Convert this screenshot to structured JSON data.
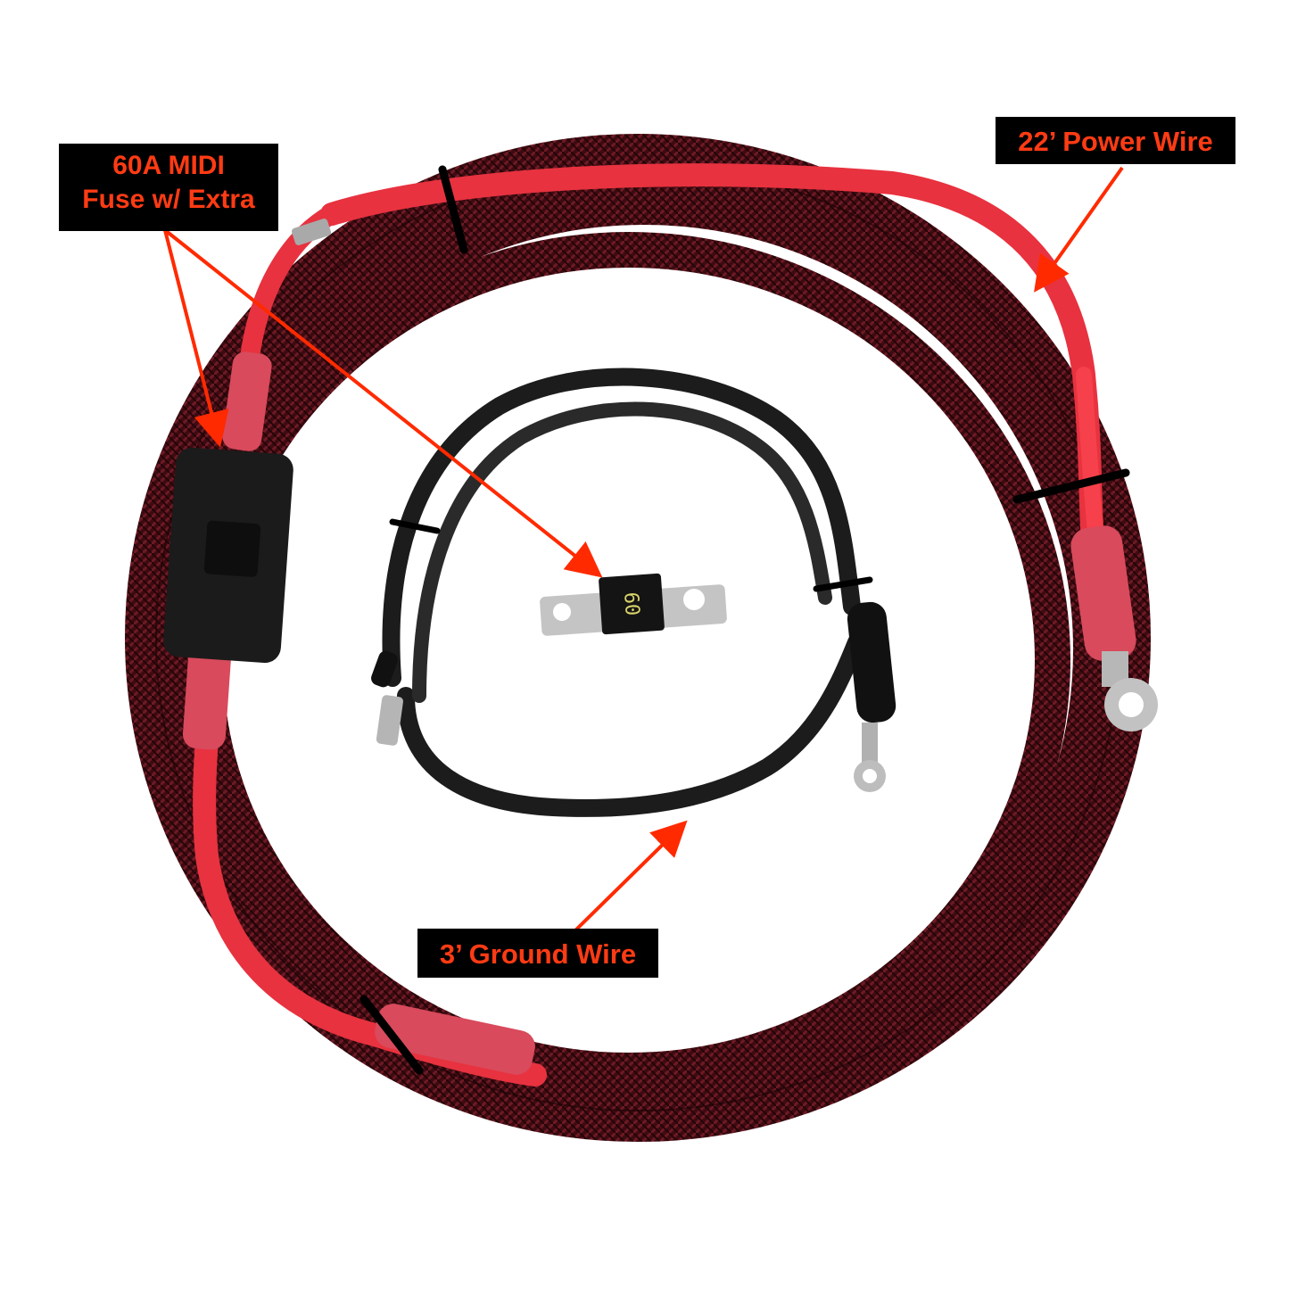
{
  "labels": {
    "fuse": {
      "line1": "60A MIDI",
      "line2": "Fuse w/ Extra"
    },
    "power": "22’ Power Wire",
    "ground": "3’ Ground Wire"
  },
  "fuse_marking": "60",
  "colors": {
    "label_background": "#000000",
    "label_text": "#ff3b14",
    "arrow": "#ff2a00",
    "red_wire": "#e8323f",
    "braided_sleeve": "#4a0d14",
    "black_wire": "#1c1c1c"
  },
  "icons": [
    "arrow-icon"
  ]
}
